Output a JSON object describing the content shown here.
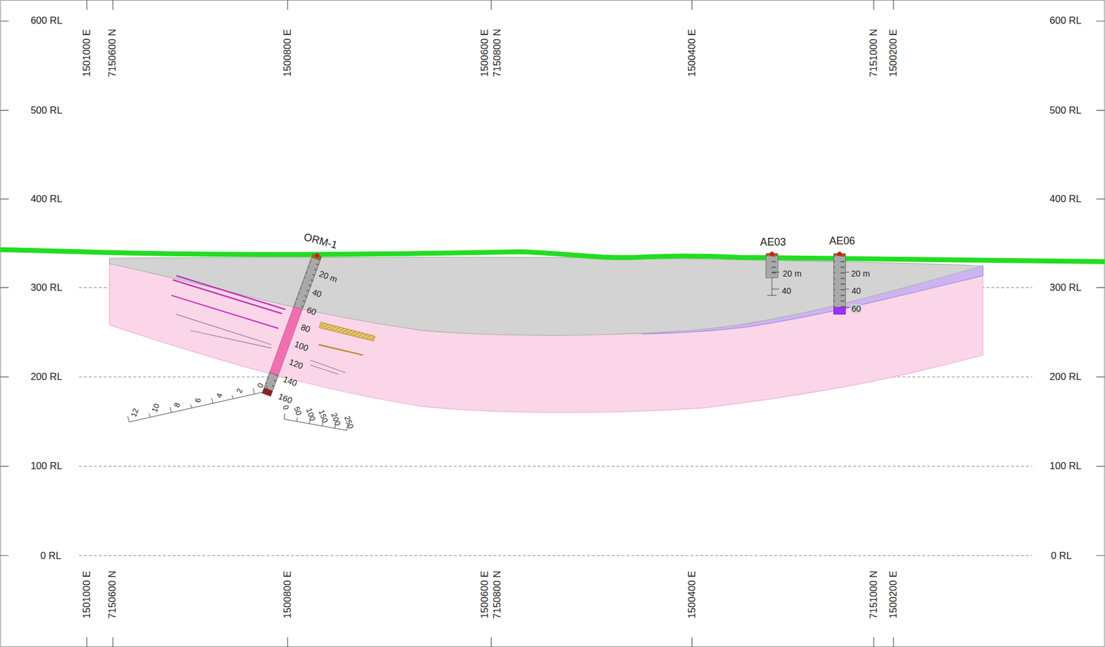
{
  "diagram": {
    "labels": [
      "1501000 E",
      "7150600 N",
      "1500800 E",
      "1500600 E",
      "7150800 N",
      "1500400 E",
      "7151000 N",
      "1500200 E",
      "1501000 E",
      "7150600 N",
      "1500800 E",
      "1500600 E",
      "7150800 N",
      "1500400 E",
      "7151000 N",
      "1500200 E",
      "600 RL",
      "500 RL",
      "400 RL",
      "300 RL",
      "200 RL",
      "100 RL",
      "0 RL",
      "600 RL",
      "500 RL",
      "400 RL",
      "300 RL",
      "200 RL",
      "100 RL",
      "0 RL",
      "ORM-1",
      "20 m",
      "40",
      "60",
      "80",
      "100",
      "120",
      "140",
      "160",
      "12",
      "10",
      "8",
      "6",
      "4",
      "2",
      "0",
      "0",
      "50",
      "100",
      "150",
      "200",
      "250",
      "AE03",
      "20 m",
      "40",
      "AE06",
      "20 m",
      "40",
      "60"
    ]
  }
}
